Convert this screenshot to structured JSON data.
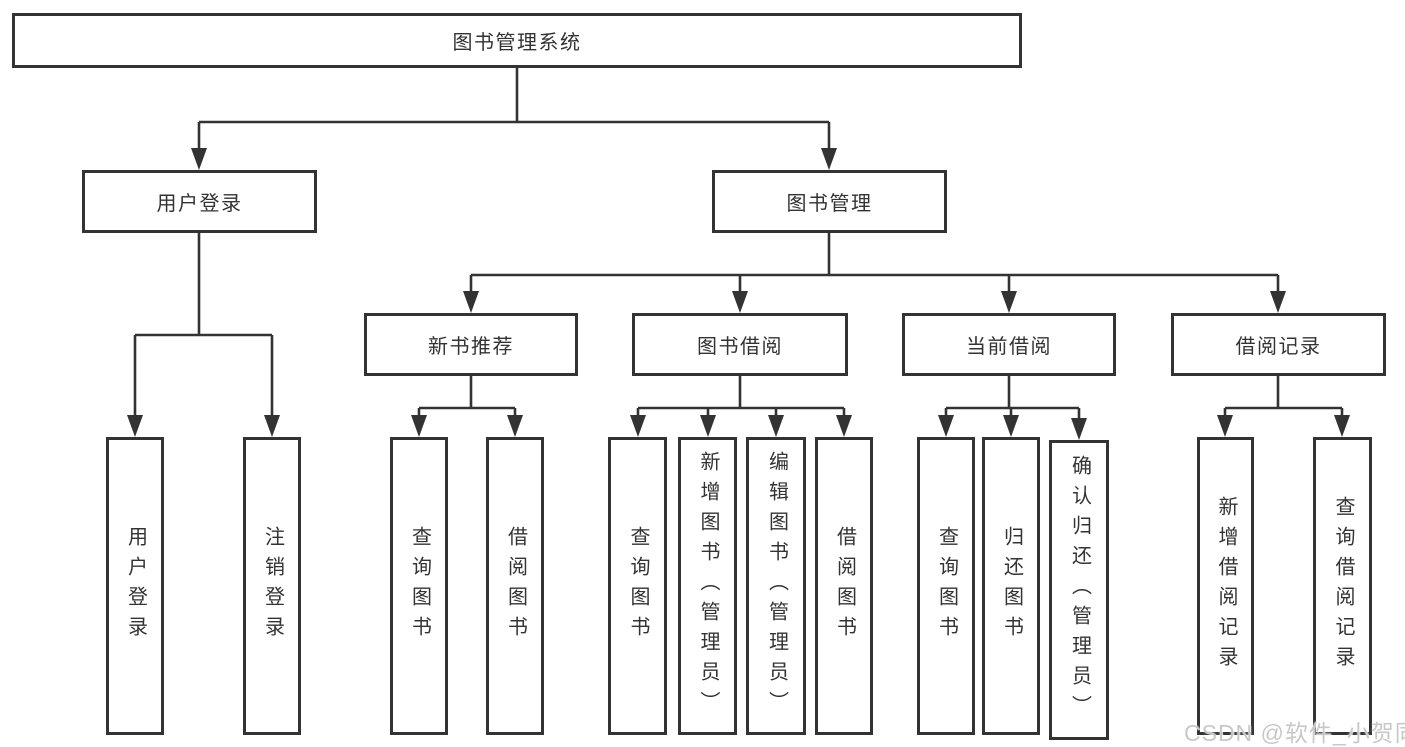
{
  "tree": {
    "root": {
      "label": "图书管理系统"
    },
    "branches": [
      {
        "label": "用户登录",
        "children": [
          {
            "label": "用户登录"
          },
          {
            "label": "注销登录"
          }
        ]
      },
      {
        "label": "图书管理",
        "children": [
          {
            "label": "新书推荐",
            "children": [
              {
                "label": "查询图书"
              },
              {
                "label": "借阅图书"
              }
            ]
          },
          {
            "label": "图书借阅",
            "children": [
              {
                "label": "查询图书"
              },
              {
                "label": "新增图书（管理员）"
              },
              {
                "label": "编辑图书（管理员）"
              },
              {
                "label": "借阅图书"
              }
            ]
          },
          {
            "label": "当前借阅",
            "children": [
              {
                "label": "查询图书"
              },
              {
                "label": "归还图书"
              },
              {
                "label": "确认归还（管理员）"
              }
            ]
          },
          {
            "label": "借阅记录",
            "children": [
              {
                "label": "新增借阅记录"
              },
              {
                "label": "查询借阅记录"
              }
            ]
          }
        ]
      }
    ]
  },
  "watermark": {
    "text": "CSDN @软件_小贺同学"
  },
  "colors": {
    "line": "#333333",
    "text": "#333333",
    "background": "#ffffff",
    "watermark": "#c8c8c8"
  }
}
